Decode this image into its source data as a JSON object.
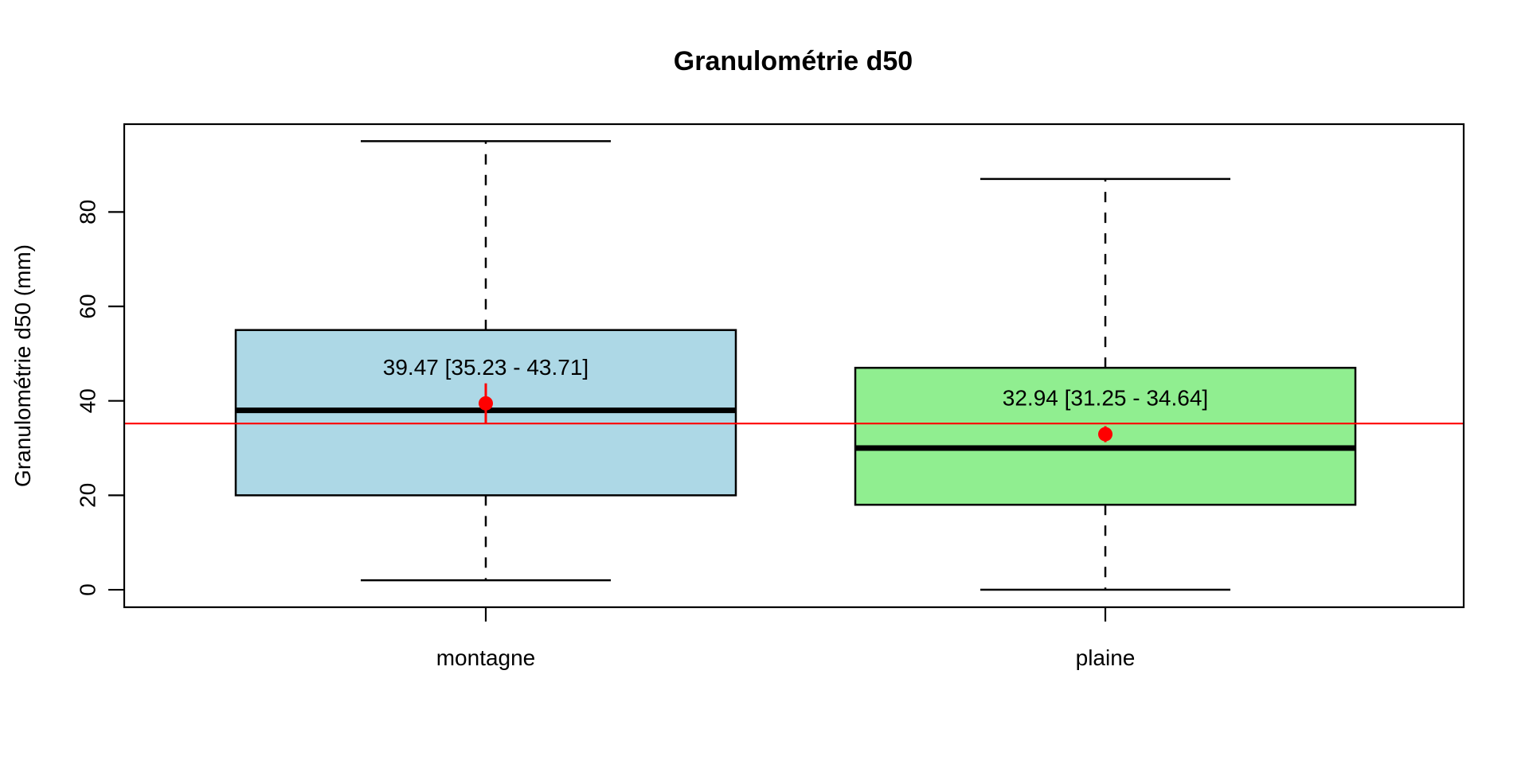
{
  "page": {
    "background": "#FFFFFF"
  },
  "chart_data": {
    "type": "boxplot",
    "title": "Granulométrie d50",
    "ylabel": "Granulométrie d50 (mm)",
    "xlabel": "",
    "categories": [
      "montagne",
      "plaine"
    ],
    "yticks": [
      0,
      20,
      40,
      60,
      80
    ],
    "ylim": [
      -3.7,
      98.6
    ],
    "grid": false,
    "legend": false,
    "frame_color": "#000000",
    "reference_line": {
      "value": 35.2,
      "color": "#FF0000"
    },
    "series": [
      {
        "category": "montagne",
        "box_color": "#ADD8E6",
        "border_color": "#000000",
        "whisker_low": 2,
        "q1": 20,
        "median": 38,
        "q3": 55,
        "whisker_high": 95,
        "mean": 39.47,
        "ci_low": 35.23,
        "ci_high": 43.71,
        "label": "39.47 [35.23 - 43.71]",
        "point_color": "#FF0000"
      },
      {
        "category": "plaine",
        "box_color": "#90EE90",
        "border_color": "#000000",
        "whisker_low": 0,
        "q1": 18,
        "median": 30,
        "q3": 47,
        "whisker_high": 87,
        "mean": 32.94,
        "ci_low": 31.25,
        "ci_high": 34.64,
        "label": "32.94 [31.25 - 34.64]",
        "point_color": "#FF0000"
      }
    ]
  }
}
